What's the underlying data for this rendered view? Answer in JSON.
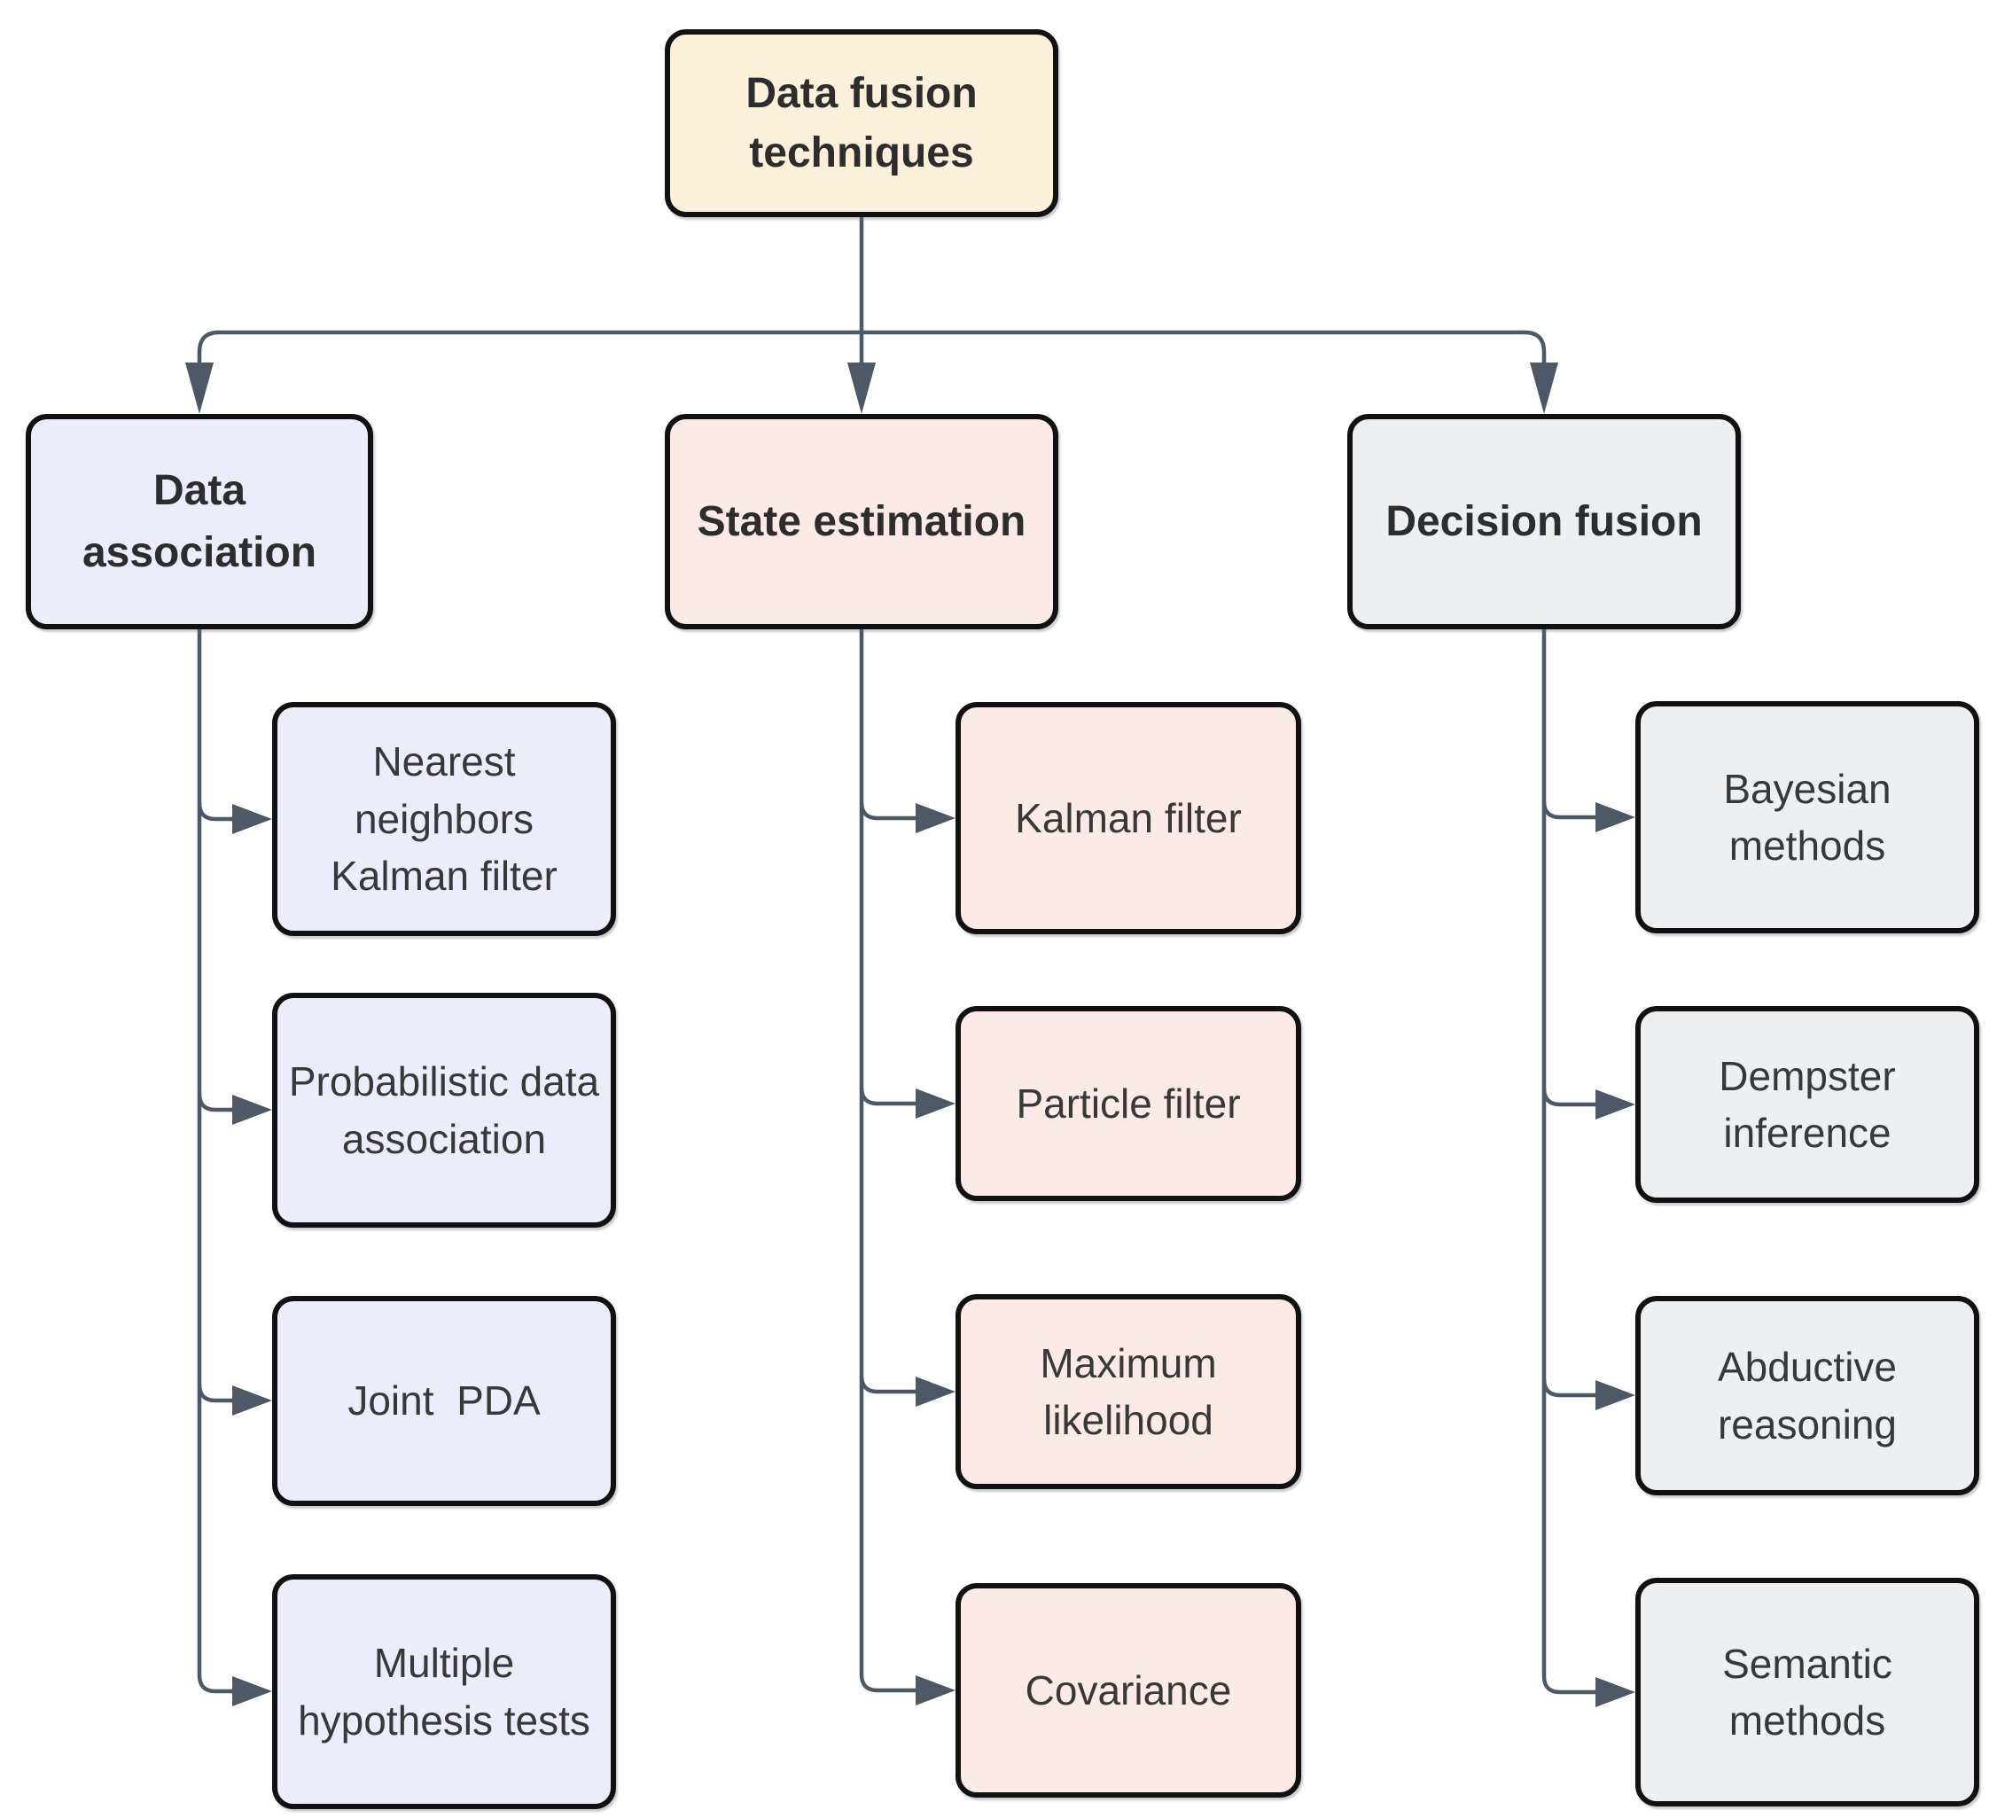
{
  "diagram": {
    "root": {
      "label": "Data fusion techniques"
    },
    "branches": [
      {
        "label": "Data association",
        "children": [
          "Nearest neighbors Kalman filter",
          "Probabilistic data association",
          "Joint  PDA",
          "Multiple hypothesis tests"
        ]
      },
      {
        "label": "State estimation",
        "children": [
          "Kalman filter",
          "Particle filter",
          "Maximum likelihood",
          "Covariance"
        ]
      },
      {
        "label": "Decision fusion",
        "children": [
          "Bayesian methods",
          "Dempster inference",
          "Abductive reasoning",
          "Semantic methods"
        ]
      }
    ],
    "colors": {
      "root_bg": "#fbf0d9",
      "branch1_bg": "#ecedfa",
      "branch2_bg": "#fbeae7",
      "branch3_bg": "#edeff0",
      "border": "#111111",
      "connector": "#4d5866",
      "text": "#333333"
    }
  }
}
